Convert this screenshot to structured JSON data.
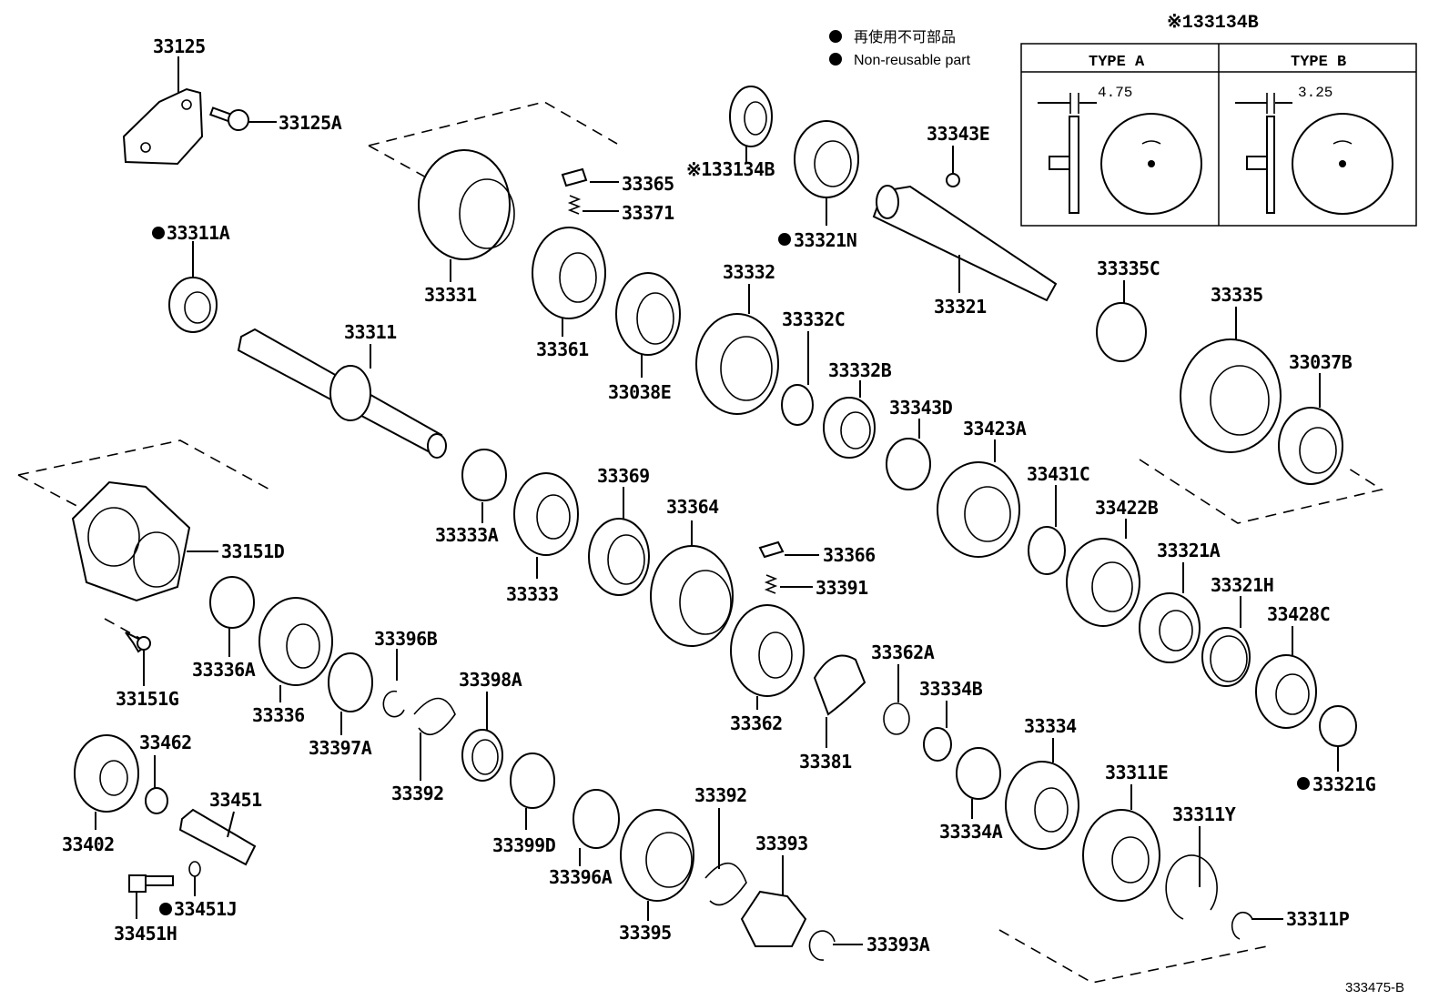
{
  "legend": {
    "jp": "再使用不可部品",
    "en": "Non-reusable part"
  },
  "inset": {
    "title": "※133134B",
    "type_a": "TYPE A",
    "type_b": "TYPE B",
    "dim_a": "4.75",
    "dim_b": "3.25"
  },
  "doc_id": "333475-B",
  "parts": [
    {
      "id": "p33125",
      "text": "33125"
    },
    {
      "id": "p33125A",
      "text": "33125A"
    },
    {
      "id": "p33311A",
      "text": "33311A"
    },
    {
      "id": "p33331",
      "text": "33331"
    },
    {
      "id": "p33365",
      "text": "33365"
    },
    {
      "id": "p33371",
      "text": "33371"
    },
    {
      "id": "p33134B",
      "text": "※133134B"
    },
    {
      "id": "p33321N",
      "text": "33321N"
    },
    {
      "id": "p33343E",
      "text": "33343E"
    },
    {
      "id": "p33321",
      "text": "33321"
    },
    {
      "id": "p33335C",
      "text": "33335C"
    },
    {
      "id": "p33335",
      "text": "33335"
    },
    {
      "id": "p33037B",
      "text": "33037B"
    },
    {
      "id": "p33311",
      "text": "33311"
    },
    {
      "id": "p33361",
      "text": "33361"
    },
    {
      "id": "p33038E",
      "text": "33038E"
    },
    {
      "id": "p33332",
      "text": "33332"
    },
    {
      "id": "p33332C",
      "text": "33332C"
    },
    {
      "id": "p33332B",
      "text": "33332B"
    },
    {
      "id": "p33343D",
      "text": "33343D"
    },
    {
      "id": "p33423A",
      "text": "33423A"
    },
    {
      "id": "p33431C",
      "text": "33431C"
    },
    {
      "id": "p33422B",
      "text": "33422B"
    },
    {
      "id": "p33321A",
      "text": "33321A"
    },
    {
      "id": "p33321H",
      "text": "33321H"
    },
    {
      "id": "p33428C",
      "text": "33428C"
    },
    {
      "id": "p33321G",
      "text": "33321G"
    },
    {
      "id": "p33333A",
      "text": "33333A"
    },
    {
      "id": "p33333",
      "text": "33333"
    },
    {
      "id": "p33369",
      "text": "33369"
    },
    {
      "id": "p33364",
      "text": "33364"
    },
    {
      "id": "p33366",
      "text": "33366"
    },
    {
      "id": "p33391",
      "text": "33391"
    },
    {
      "id": "p33151D",
      "text": "33151D"
    },
    {
      "id": "p33151G",
      "text": "33151G"
    },
    {
      "id": "p33336A",
      "text": "33336A"
    },
    {
      "id": "p33336",
      "text": "33336"
    },
    {
      "id": "p33397A",
      "text": "33397A"
    },
    {
      "id": "p33396B",
      "text": "33396B"
    },
    {
      "id": "p33392a",
      "text": "33392"
    },
    {
      "id": "p33398A",
      "text": "33398A"
    },
    {
      "id": "p33362",
      "text": "33362"
    },
    {
      "id": "p33381",
      "text": "33381"
    },
    {
      "id": "p33362A",
      "text": "33362A"
    },
    {
      "id": "p33334B",
      "text": "33334B"
    },
    {
      "id": "p33334",
      "text": "33334"
    },
    {
      "id": "p33334A",
      "text": "33334A"
    },
    {
      "id": "p33311E",
      "text": "33311E"
    },
    {
      "id": "p33311Y",
      "text": "33311Y"
    },
    {
      "id": "p33311P",
      "text": "33311P"
    },
    {
      "id": "p33462",
      "text": "33462"
    },
    {
      "id": "p33402",
      "text": "33402"
    },
    {
      "id": "p33451",
      "text": "33451"
    },
    {
      "id": "p33451H",
      "text": "33451H"
    },
    {
      "id": "p33451J",
      "text": "33451J"
    },
    {
      "id": "p33399D",
      "text": "33399D"
    },
    {
      "id": "p33396A",
      "text": "33396A"
    },
    {
      "id": "p33392b",
      "text": "33392"
    },
    {
      "id": "p33393",
      "text": "33393"
    },
    {
      "id": "p33395",
      "text": "33395"
    },
    {
      "id": "p33393A",
      "text": "33393A"
    }
  ]
}
